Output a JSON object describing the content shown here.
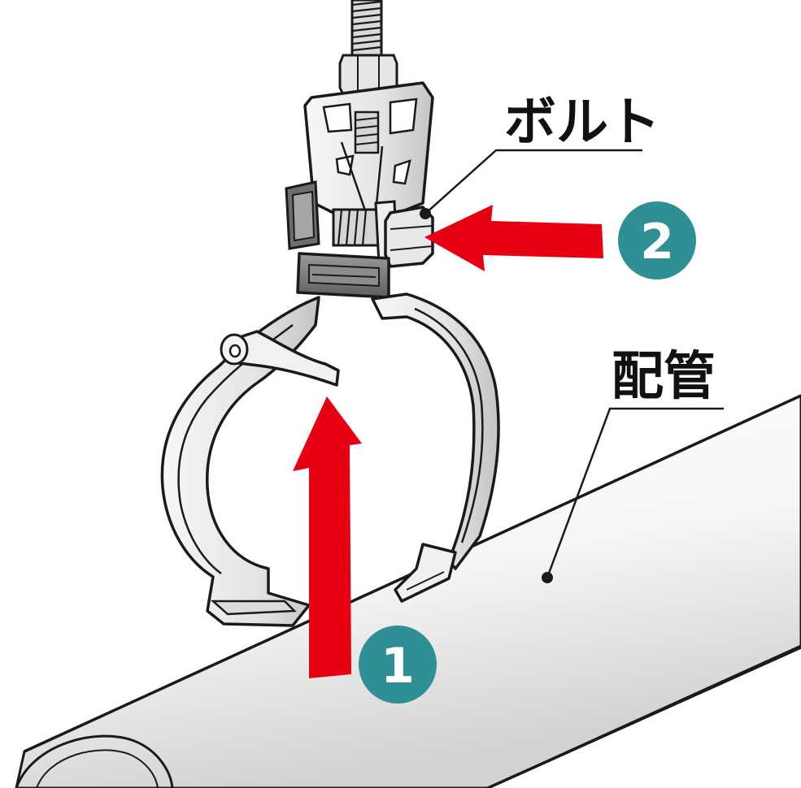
{
  "labels": {
    "bolt": "ボルト",
    "pipe": "配管"
  },
  "steps": [
    {
      "number": "1"
    },
    {
      "number": "2"
    }
  ],
  "colors": {
    "arrow": "#e60012",
    "step_badge": "#2e8f95",
    "outline": "#1a1a1a",
    "metal": "#ededed",
    "metal_dark": "#bdbdbd",
    "pad": "#7a7a7a"
  }
}
